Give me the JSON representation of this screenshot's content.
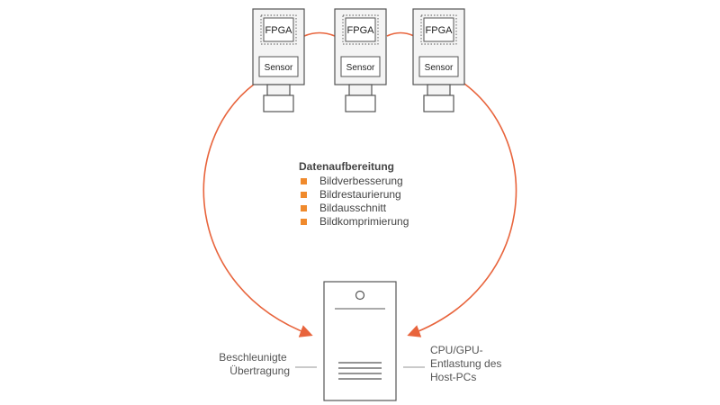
{
  "cameras": [
    {
      "fpga_label": "FPGA",
      "sensor_label": "Sensor"
    },
    {
      "fpga_label": "FPGA",
      "sensor_label": "Sensor"
    },
    {
      "fpga_label": "FPGA",
      "sensor_label": "Sensor"
    }
  ],
  "processing": {
    "title": "Datenaufbereitung",
    "items": [
      "Bildverbesserung",
      "Bildrestaurierung",
      "Bildausschnitt",
      "Bildkomprimierung"
    ]
  },
  "host": {
    "left_label": [
      "Beschleunigte",
      "Übertragung"
    ],
    "right_label": [
      "CPU/GPU-",
      "Entlastung des",
      "Host-PCs"
    ]
  },
  "colors": {
    "accent": "#e8643c",
    "bullet": "#f08a2c",
    "stroke": "#555555",
    "camera_fill": "#f4f4f4",
    "box_fill": "#ffffff"
  }
}
